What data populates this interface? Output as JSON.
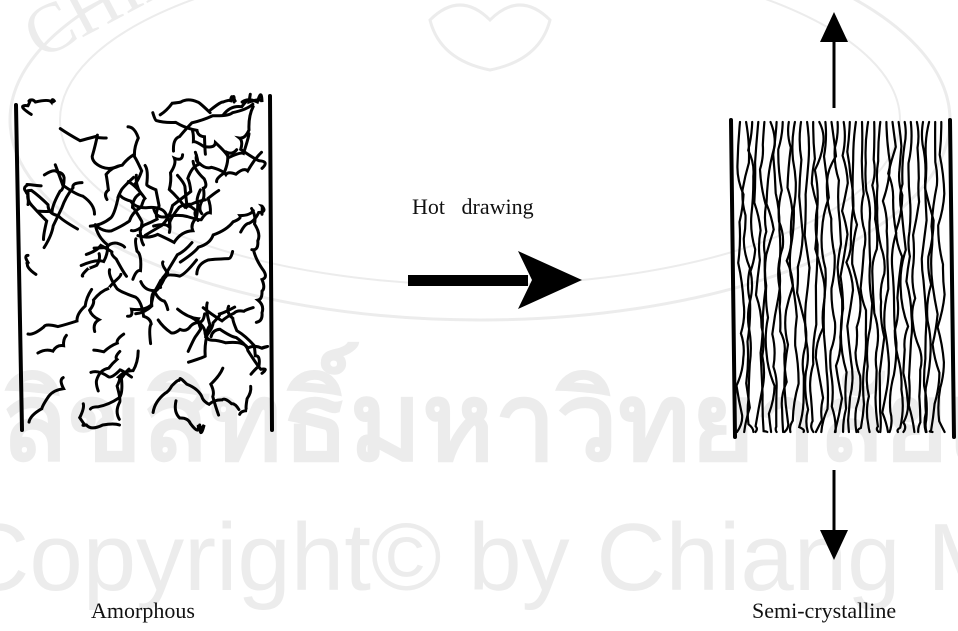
{
  "watermark": {
    "texts": [
      "CHIANG MAI UNIVERSITY",
      "ลิขสิทธิ์มหาวิทยาลัยเชียงใหม่",
      "Copyright© by Chiang Mai University"
    ],
    "color": "#e6e6e6"
  },
  "diagram": {
    "process_label": "Hot   drawing",
    "left_label": "Amorphous",
    "right_label": "Semi-crystalline",
    "ink_color": "#000000"
  }
}
